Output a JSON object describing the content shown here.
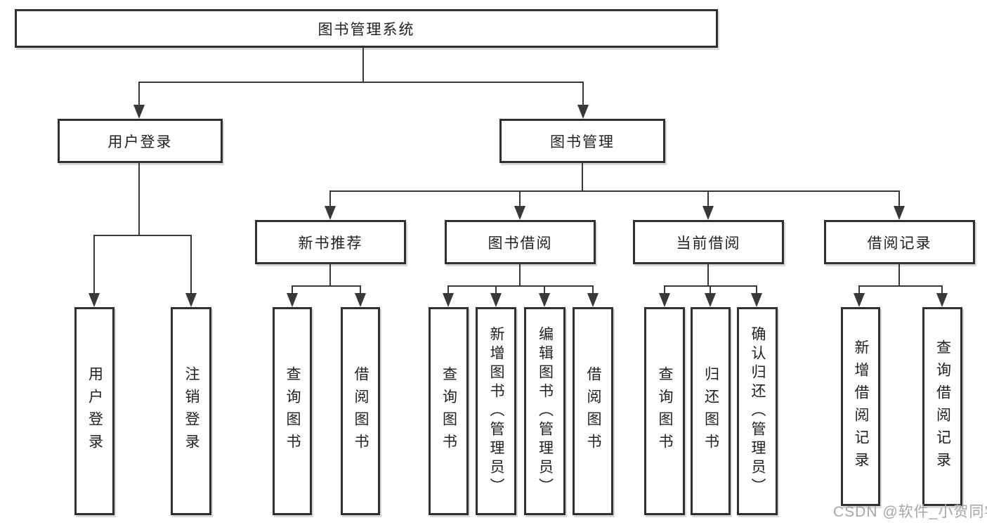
{
  "diagram": {
    "watermark": "CSDN @软件_小贺同学",
    "colors": {
      "line": "#383838",
      "border": "#2f2f2f",
      "text": "#212121",
      "background": "#ffffff",
      "watermark": "#a6a6a6"
    },
    "tree": {
      "label": "图书管理系统",
      "children": [
        {
          "label": "用户登录",
          "children": [
            {
              "label": "用户登录"
            },
            {
              "label": "注销登录"
            }
          ]
        },
        {
          "label": "图书管理",
          "children": [
            {
              "label": "新书推荐",
              "children": [
                {
                  "label": "查询图书"
                },
                {
                  "label": "借阅图书"
                }
              ]
            },
            {
              "label": "图书借阅",
              "children": [
                {
                  "label": "查询图书"
                },
                {
                  "label": "新增图书（管理员）"
                },
                {
                  "label": "编辑图书（管理员）"
                },
                {
                  "label": "借阅图书"
                }
              ]
            },
            {
              "label": "当前借阅",
              "children": [
                {
                  "label": "查询图书"
                },
                {
                  "label": "归还图书"
                },
                {
                  "label": "确认归还（管理员）"
                }
              ]
            },
            {
              "label": "借阅记录",
              "children": [
                {
                  "label": "新增借阅记录"
                },
                {
                  "label": "查询借阅记录"
                }
              ]
            }
          ]
        }
      ]
    }
  }
}
